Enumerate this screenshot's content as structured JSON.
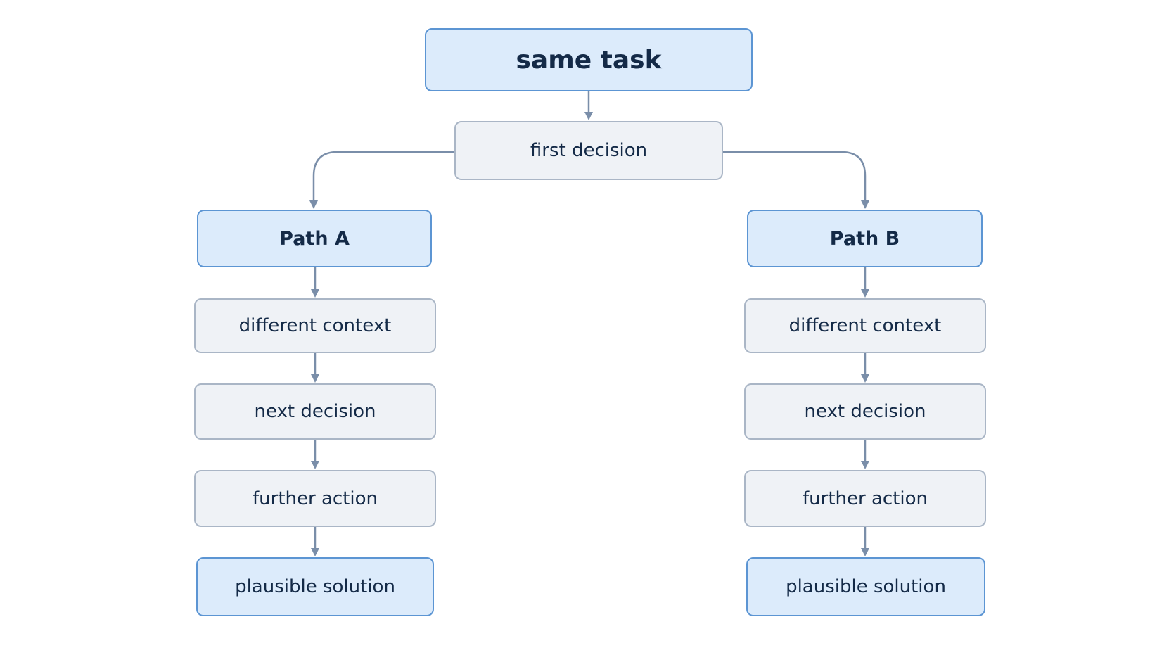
{
  "colors": {
    "accent_fill": "#dcebfb",
    "accent_border": "#5c95d3",
    "plain_fill": "#eff2f6",
    "plain_border": "#aab6c6",
    "text": "#142a47",
    "connector": "#7a8ea9"
  },
  "diagram": {
    "root": {
      "label": "same task"
    },
    "first_decision": {
      "label": "first decision"
    },
    "path_a": {
      "title": "Path A",
      "steps": [
        "different context",
        "next decision",
        "further action"
      ],
      "result": "plausible solution"
    },
    "path_b": {
      "title": "Path B",
      "steps": [
        "different context",
        "next decision",
        "further action"
      ],
      "result": "plausible solution"
    }
  }
}
